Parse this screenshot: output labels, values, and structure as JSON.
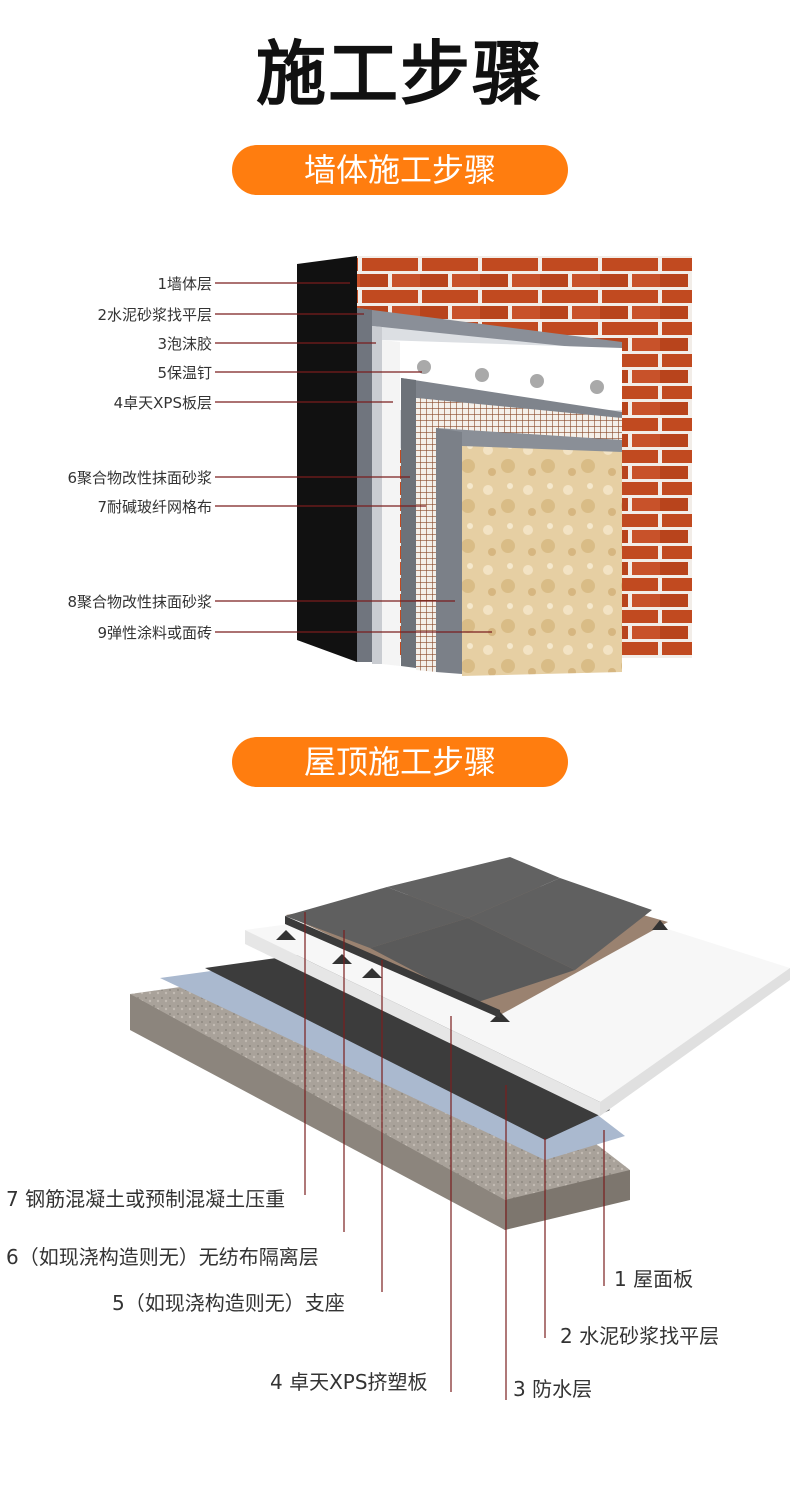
{
  "title": "施工步骤",
  "colors": {
    "accent": "#ff7d0f",
    "brick": "#c14a20",
    "leader": "#7a1e1e"
  },
  "wall": {
    "section_label": "墙体施工步骤",
    "layers": [
      "1墙体层",
      "2水泥砂浆找平层",
      "3泡沫胶",
      "5保温钉",
      "4卓天XPS板层",
      "6聚合物改性抹面砂浆",
      "7耐碱玻纤网格布",
      "8聚合物改性抹面砂浆",
      "9弹性涂料或面砖"
    ]
  },
  "roof": {
    "section_label": "屋顶施工步骤",
    "layers": [
      "7 钢筋混凝土或预制混凝土压重",
      "6（如现浇构造则无）无纺布隔离层",
      "5（如现浇构造则无）支座",
      "4 卓天XPS挤塑板",
      "3 防水层",
      "2 水泥砂浆找平层",
      "1 屋面板"
    ]
  }
}
